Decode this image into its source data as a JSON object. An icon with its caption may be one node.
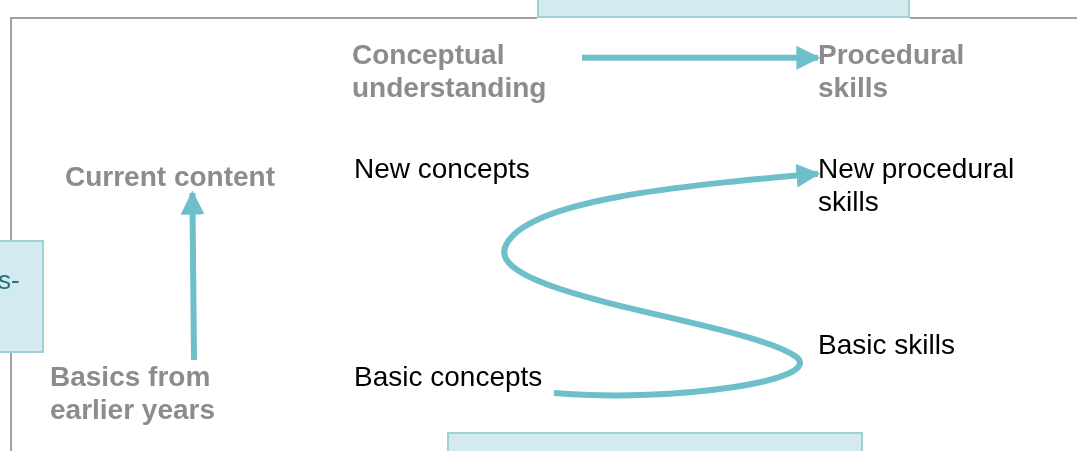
{
  "diagram": {
    "nodes": [
      {
        "text": [],
        "shape": "box"
      },
      {
        "text": [
          "Conceptual understanding"
        ]
      },
      {
        "text": [
          "Procedural skills"
        ]
      },
      {
        "text": [
          "Current content"
        ]
      },
      {
        "text": [
          "New concepts"
        ]
      },
      {
        "text": [
          "New procedural skills"
        ]
      },
      {
        "text": [
          "s-"
        ]
      },
      {
        "text": [
          "Basic skills"
        ]
      },
      {
        "text": [
          "Basics from earlier years"
        ]
      },
      {
        "text": [
          "Basic concepts"
        ]
      },
      {
        "text": [],
        "shape": "box"
      }
    ],
    "edges": [
      {
        "from": 1,
        "to": 2,
        "arrow": "to"
      },
      {
        "from": 8,
        "to": 3,
        "arrow": "to"
      },
      {
        "from": 9,
        "to": 5,
        "arrow": "to"
      }
    ]
  }
}
